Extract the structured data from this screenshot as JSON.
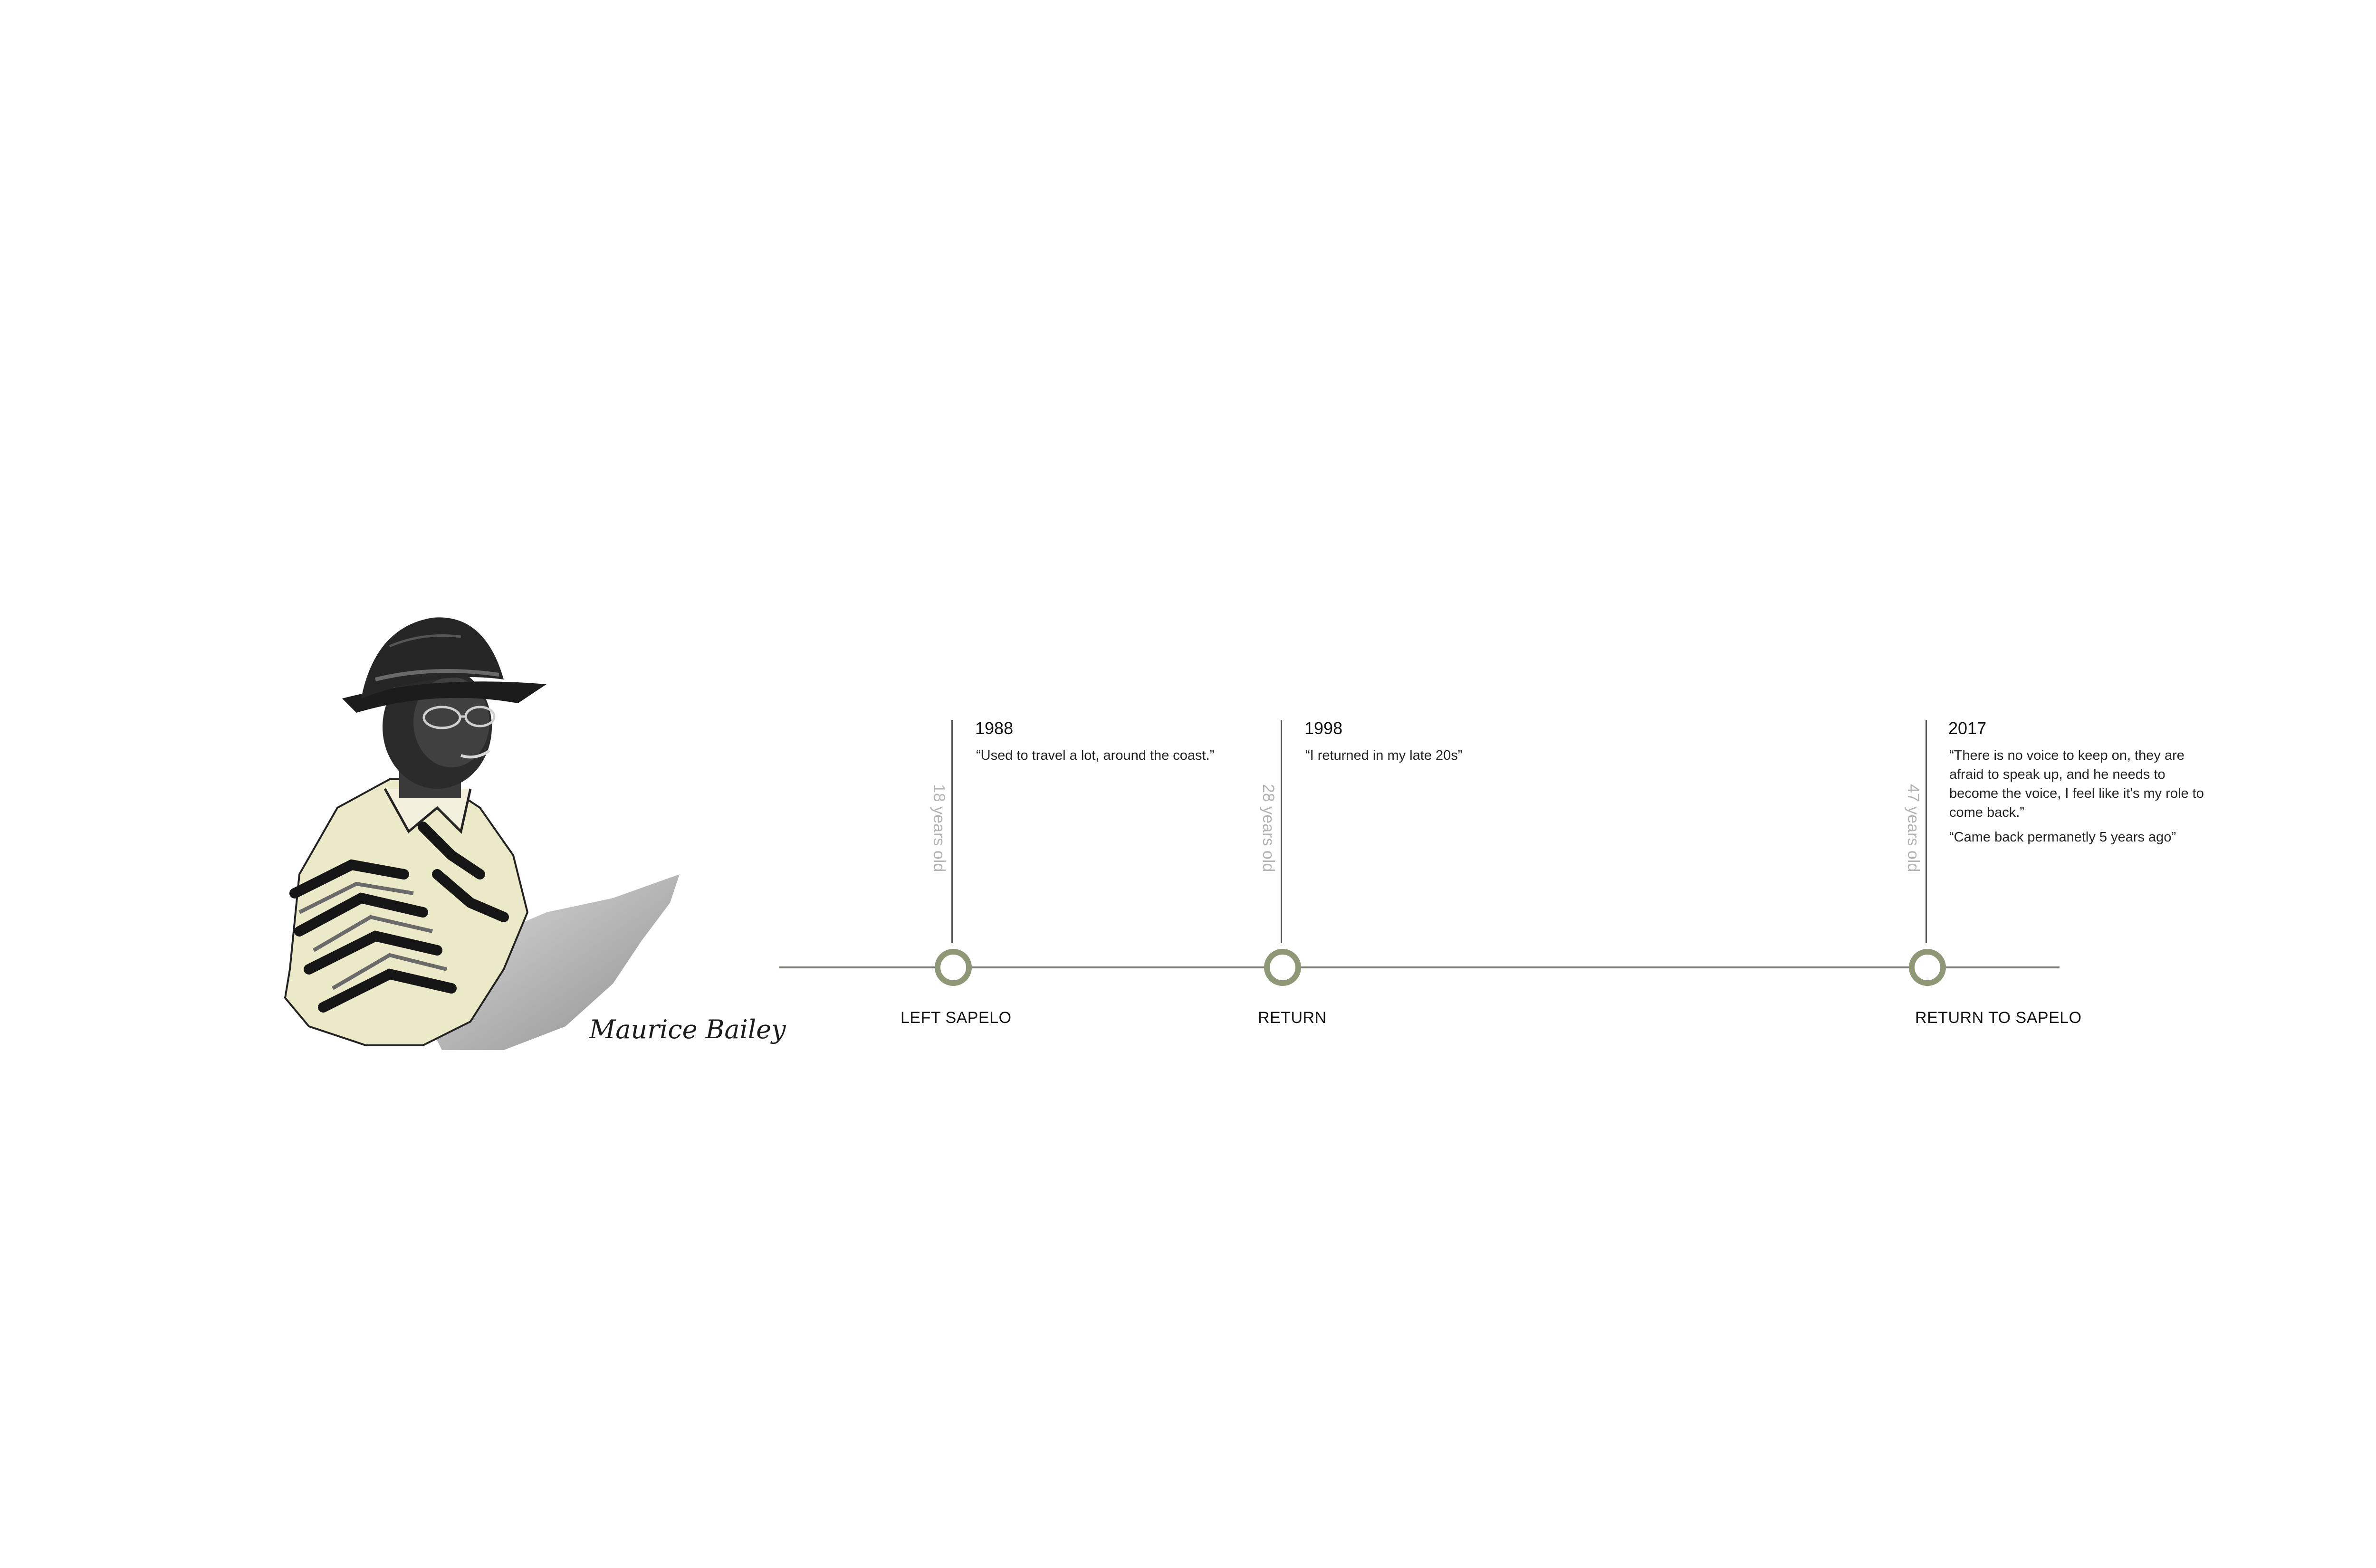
{
  "person": {
    "name": "Maurice Bailey",
    "portrait_icon": "sketch-portrait-man-in-hat"
  },
  "timeline": {
    "axis_color": "#7c7c73",
    "marker_color": "#8f9876",
    "events": [
      {
        "year": "1988",
        "age": "18 years old",
        "quote": "“Used to travel a lot, around the coast.”",
        "quote2": "",
        "label": "LEFT SAPELO"
      },
      {
        "year": "1998",
        "age": "28 years old",
        "quote": "“I returned in my late 20s”",
        "quote2": "",
        "label": "RETURN"
      },
      {
        "year": "2017",
        "age": "47 years old",
        "quote": "“There is no voice to keep on, they are afraid to speak up, and he needs to become the voice, I feel like it's my role to come back.”",
        "quote2": "“Came back permanetly 5 years ago”",
        "label": "RETURN TO SAPELO"
      }
    ]
  }
}
